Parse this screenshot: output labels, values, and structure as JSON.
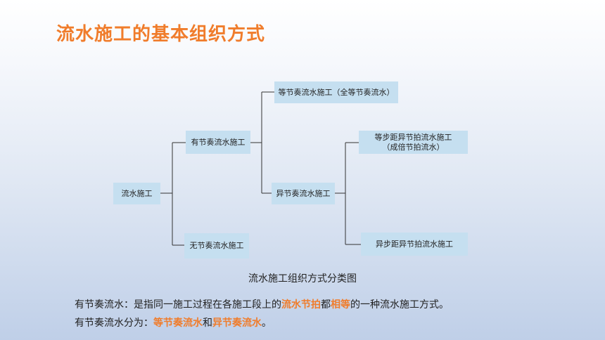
{
  "title": "流水施工的基本组织方式",
  "diagram": {
    "root": "流水施工",
    "rhythmic": "有节奏流水施工",
    "non_rhythmic": "无节奏流水施工",
    "equal": "等节奏流水施工（全等节奏流水）",
    "unequal": "异节奏流水施工",
    "equal_step_line1": "等步距异节拍流水施工",
    "equal_step_line2": "（成倍节拍流水）",
    "unequal_step": "异步距异节拍流水施工",
    "caption": "流水施工组织方式分类图"
  },
  "text": {
    "line1_a": "有节奏流水：是指同一施工过程在各施工段上的",
    "line1_hl1": "流水节拍",
    "line1_b": "都",
    "line1_hl2": "相等",
    "line1_c": "的一种流水施工方式。",
    "line2_a": "有节奏流水分为：",
    "line2_hl1": "等节奏流水",
    "line2_b": "和",
    "line2_hl2": "异节奏流水",
    "line2_c": "。"
  }
}
